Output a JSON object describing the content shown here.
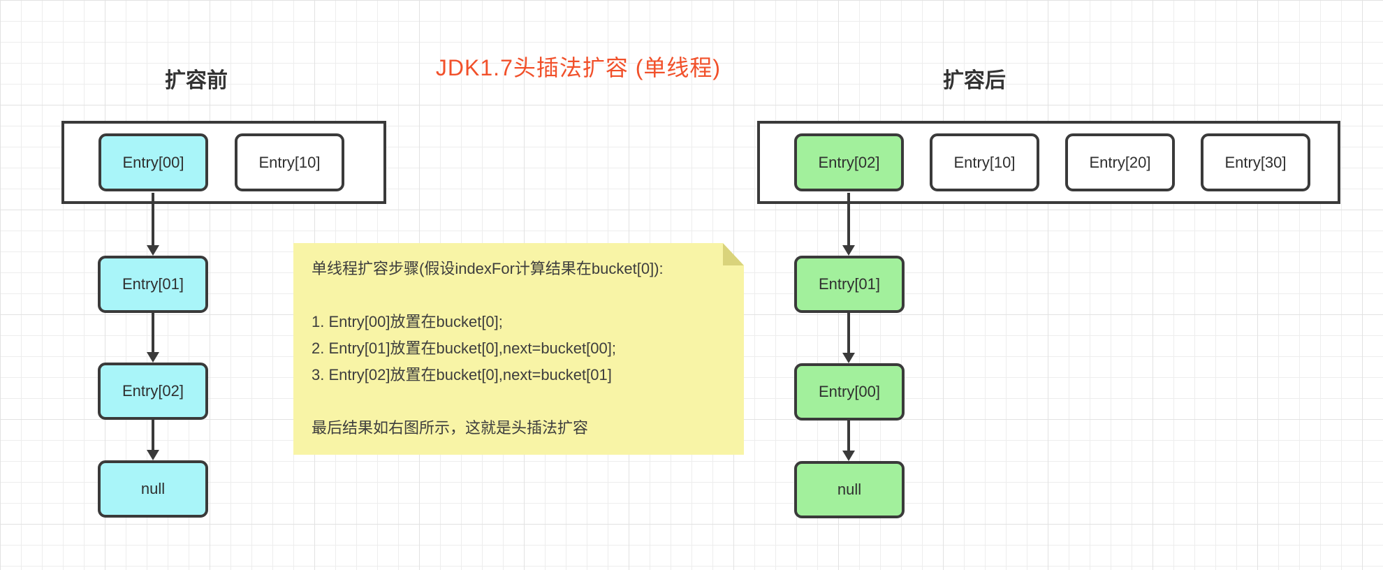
{
  "title": {
    "text": "JDK1.7头插法扩容 (单线程)",
    "color": "#f1502a"
  },
  "before": {
    "heading": "扩容前",
    "buckets": [
      "Entry[00]",
      "Entry[10]"
    ],
    "chain": [
      "Entry[01]",
      "Entry[02]",
      "null"
    ]
  },
  "after": {
    "heading": "扩容后",
    "buckets": [
      "Entry[02]",
      "Entry[10]",
      "Entry[20]",
      "Entry[30]"
    ],
    "chain": [
      "Entry[01]",
      "Entry[00]",
      "null"
    ]
  },
  "note": {
    "title": "单线程扩容步骤(假设indexFor计算结果在bucket[0]):",
    "steps": [
      "1. Entry[00]放置在bucket[0];",
      "2. Entry[01]放置在bucket[0],next=bucket[00];",
      "3. Entry[02]放置在bucket[0],next=bucket[01]"
    ],
    "footer": "最后结果如右图所示，这就是头插法扩容"
  },
  "colors": {
    "cyan": "#a9f5f9",
    "green": "#a2f09c",
    "note_bg": "#f8f4a6",
    "note_fold": "#d9d37b",
    "line": "#3a3a3a",
    "accent": "#f1502a"
  }
}
